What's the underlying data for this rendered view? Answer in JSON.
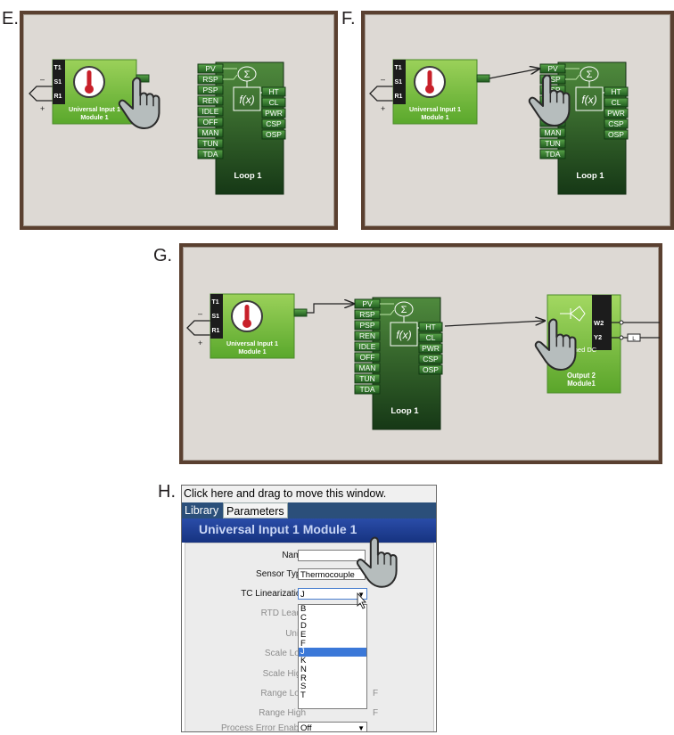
{
  "panels": {
    "E": "E.",
    "F": "F.",
    "G": "G.",
    "H": "H."
  },
  "input_block": {
    "pins": [
      "T1",
      "S1",
      "R1"
    ],
    "line1": "Universal Input 1",
    "line2": "Module 1",
    "minus": "–",
    "plus": "+"
  },
  "loop_block": {
    "inputs": [
      "PV",
      "RSP",
      "PSP",
      "REN",
      "IDLE",
      "OFF",
      "MAN",
      "TUN",
      "TDA"
    ],
    "outputs": [
      "HT",
      "CL",
      "PWR",
      "CSP",
      "OSP"
    ],
    "name": "Loop 1",
    "sum_symbol": "Σ",
    "func_symbol": "f(x)"
  },
  "output_block": {
    "pins": [
      "W2",
      "Y2"
    ],
    "partial_text": "ched DC",
    "line1": "Output 2",
    "line2": "Module1",
    "load": "L"
  },
  "window": {
    "title_bar": "Click here and drag to move this window.",
    "tabs": [
      "Library",
      "Parameters"
    ],
    "header": "Universal Input 1 Module 1",
    "fields": [
      {
        "label": "Name",
        "value": "",
        "enabled": true
      },
      {
        "label": "Sensor Type",
        "value": "Thermocouple",
        "enabled": true
      },
      {
        "label": "TC Linearization",
        "value": "J",
        "enabled": true
      },
      {
        "label": "RTD Leads",
        "value": "",
        "enabled": false
      },
      {
        "label": "Units",
        "value": "",
        "enabled": false
      },
      {
        "label": "Scale Low",
        "value": "",
        "enabled": false
      },
      {
        "label": "Scale High",
        "value": "",
        "enabled": false
      },
      {
        "label": "Range Low",
        "value": "",
        "enabled": false
      },
      {
        "label": "Range High",
        "value": "",
        "enabled": false
      },
      {
        "label": "Process Error Enable",
        "value": "Off",
        "enabled": false
      }
    ],
    "range_unit": "F",
    "dropdown_options": [
      "B",
      "C",
      "D",
      "E",
      "F",
      "J",
      "K",
      "N",
      "R",
      "S",
      "T"
    ],
    "dropdown_selected": "J"
  },
  "colors": {
    "frame": "#5a4030",
    "frame_bg": "#ddd9d4",
    "input_green": "#7cc242",
    "loop_dark": "#1f4a1f",
    "pin_green": "#2f6e2f",
    "wire": "#222222",
    "dropdown_highlight": "#3b78d8",
    "window_header": "#1e3f95"
  }
}
